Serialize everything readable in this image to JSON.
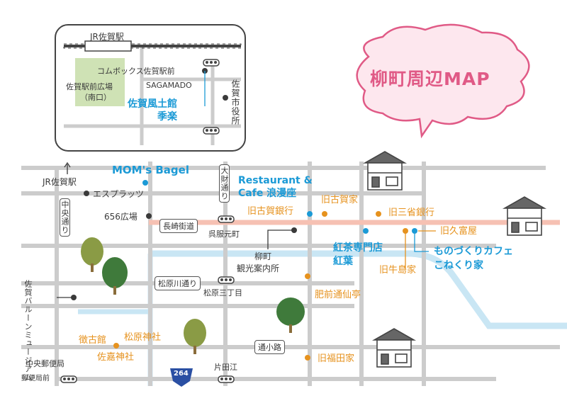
{
  "title": "柳町周辺MAP",
  "colors": {
    "road": "#cccccc",
    "main_street": "#f6c1b3",
    "river": "#c9e6f4",
    "title_pink": "#e05a86",
    "orange": "#e6921e",
    "blue": "#1b9ad6",
    "dark": "#3a3a3a",
    "park": "#cfe2b5"
  },
  "inset": {
    "station": "JR佐賀駅",
    "konbox": "コムボックス佐賀駅前",
    "sagamado": "SAGAMADO",
    "plaza_line1": "佐賀駅前広場",
    "plaza_line2": "（南口）",
    "fudokan_line1": "佐賀風土館",
    "fudokan_line2": "季楽",
    "city_hall": "佐賀市役所"
  },
  "labels": {
    "jr_station": "JR佐賀駅",
    "espracc": "エスプラッツ",
    "plaza656": "656広場",
    "chuo_dori": "中央通り",
    "balloon_museum": "佐賀バルーンミュージアム",
    "post_office": "中央郵便局",
    "post_office_mae": "郵便局前",
    "otakara": "大財通り",
    "nagasaki_kaido": "長崎街道",
    "gofukumoto": "呉服元町",
    "matsubaragawa": "松原川通り",
    "matsubara3": "松原三丁目",
    "yanagimachi_info_line1": "柳町",
    "yanagimachi_info_line2": "観光案内所",
    "toshoji": "通小路",
    "katadae": "片田江",
    "route": "264"
  },
  "spots": {
    "moms_bagel": "MOM's Bagel",
    "restaurant_line1": "Restaurant &",
    "restaurant_line2": "Cafe 浪漫座",
    "old_koga_bank": "旧古賀銀行",
    "old_koga_house": "旧古賀家",
    "old_misho_bank": "旧三省銀行",
    "old_kubotomi": "旧久富屋",
    "tea_line1": "紅茶専門店",
    "tea_line2": "紅葉",
    "old_ushijima": "旧牛島家",
    "cafe_line1": "ものづくりカフェ",
    "cafe_line2": "こねくり家",
    "hizen_tsusen": "肥前通仙亭",
    "chokokan": "徴古館",
    "matsubara_shrine": "松原神社",
    "saga_shrine": "佐嘉神社",
    "old_fukuda": "旧福田家"
  }
}
